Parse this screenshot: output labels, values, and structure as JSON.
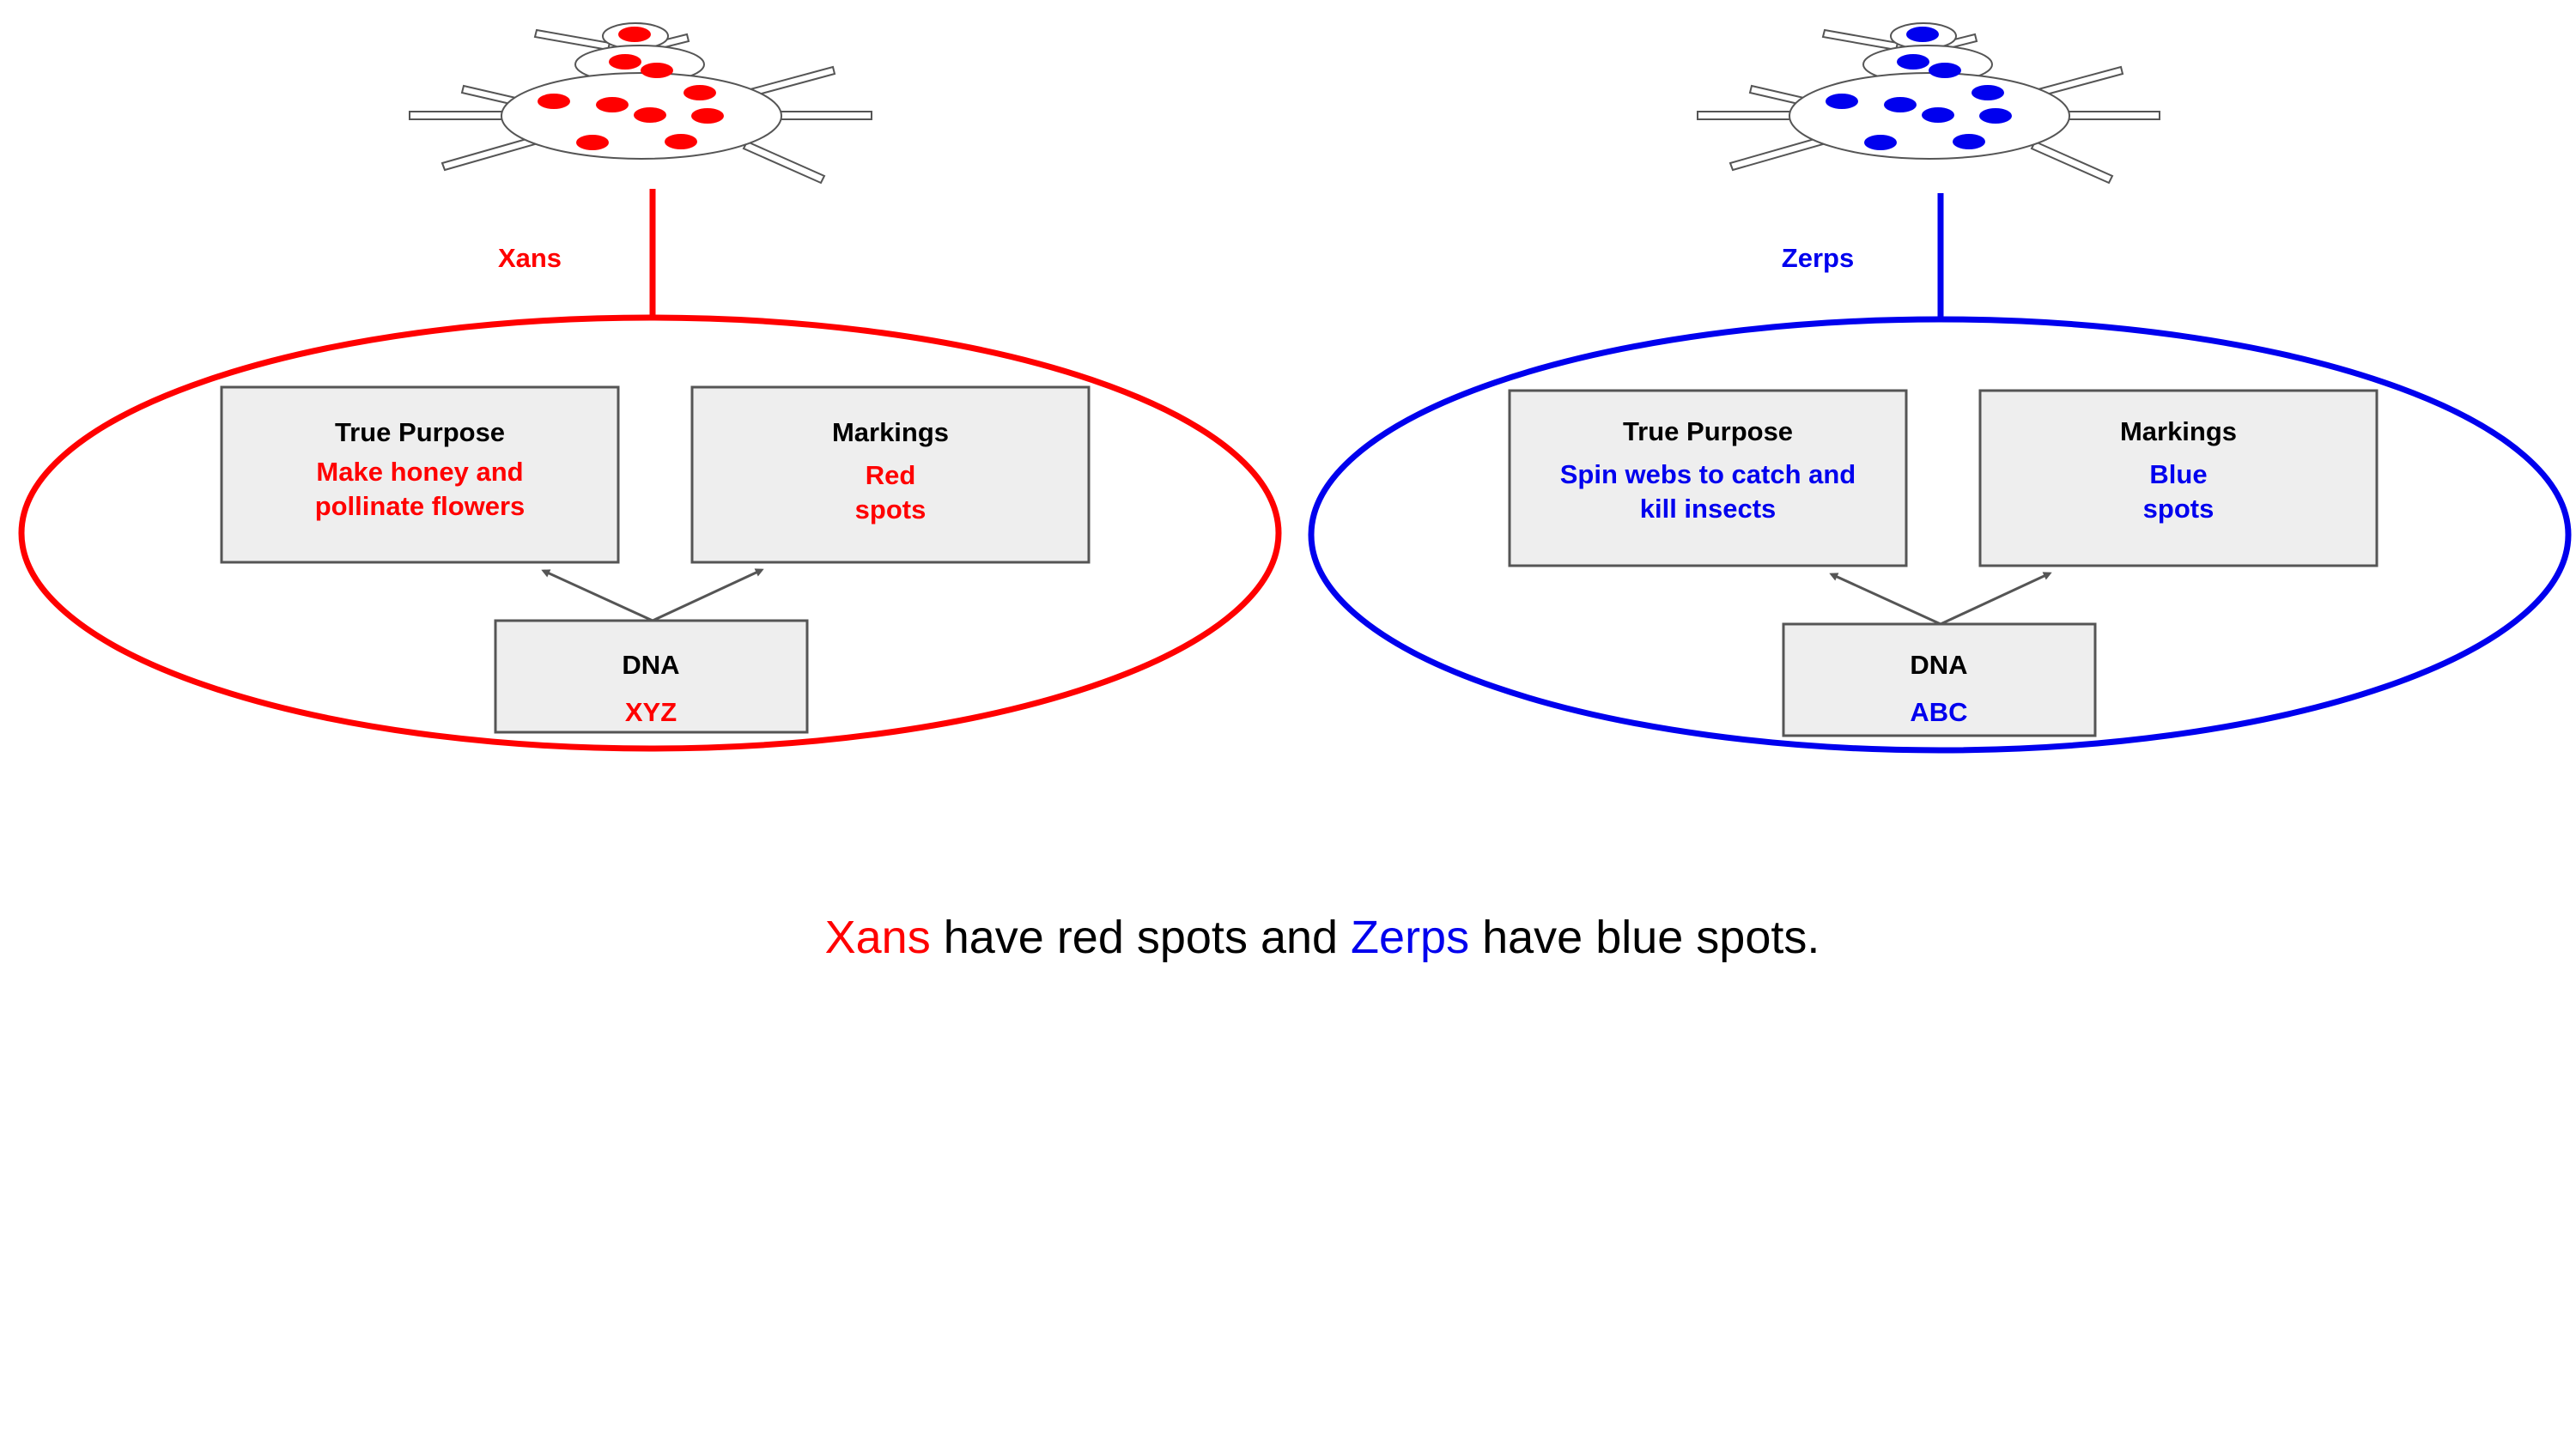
{
  "colors": {
    "red": "#ff0000",
    "blue": "#0000ee",
    "box_fill": "#eeeeee",
    "box_stroke": "#555555",
    "arrow": "#555555",
    "text": "#000000"
  },
  "left": {
    "creature_label": "Xans",
    "purpose_title": "True Purpose",
    "purpose_line1": "Make honey and",
    "purpose_line2": "pollinate flowers",
    "markings_title": "Markings",
    "markings_line1": "Red",
    "markings_line2": "spots",
    "dna_title": "DNA",
    "dna_value": "XYZ"
  },
  "right": {
    "creature_label": "Zerps",
    "purpose_title": "True Purpose",
    "purpose_line1": "Spin webs to catch and",
    "purpose_line2": "kill insects",
    "markings_title": "Markings",
    "markings_line1": "Blue",
    "markings_line2": "spots",
    "dna_title": "DNA",
    "dna_value": "ABC"
  },
  "caption": {
    "xans": "Xans",
    "part1": " have red spots and ",
    "zerps": "Zerps",
    "part2": " have blue spots."
  }
}
